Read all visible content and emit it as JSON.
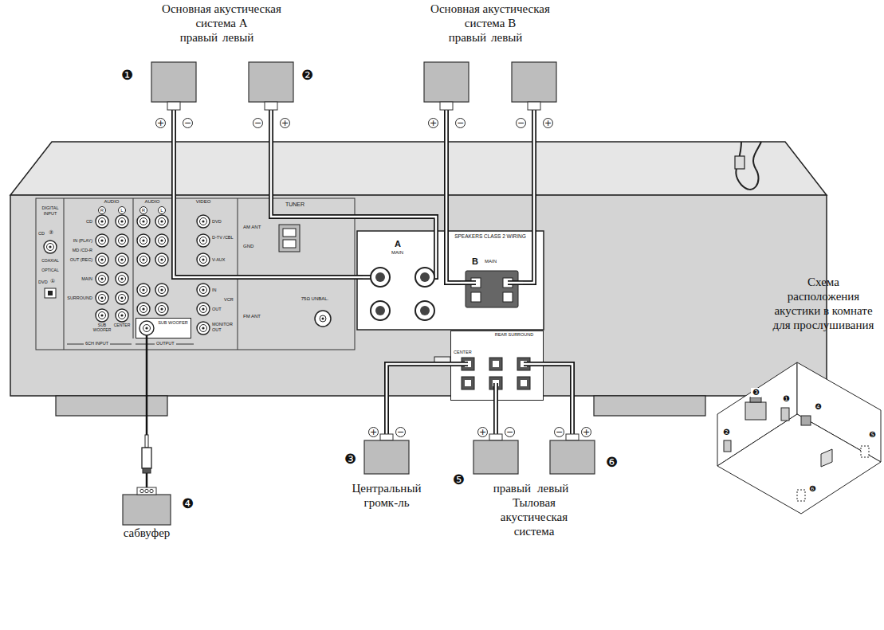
{
  "diagram": {
    "nodes": [
      {
        "text": [
          "+",
          "−"
        ]
      },
      {
        "text": [
          "−",
          "+"
        ]
      },
      {
        "text": [
          "+",
          "−"
        ]
      },
      {
        "text": [
          "−",
          "+"
        ]
      },
      {
        "text": [
          "SPEAKERS CLASS 2 WIRING"
        ]
      },
      {
        "text": [
          "A",
          "MAIN"
        ],
        "in": 4
      },
      {
        "text": [
          "B",
          "MAIN"
        ],
        "in": 4
      },
      {
        "text": [
          "SUB WOOFER"
        ]
      },
      {
        "text": [
          "REAR SURROUND",
          "CENTER"
        ]
      },
      {
        "text": [
          "+",
          "−"
        ]
      },
      {
        "text": [
          "+",
          "−"
        ]
      },
      {
        "text": [
          "−",
          "+"
        ]
      },
      {
        "text": [
          "сабвуфер"
        ]
      }
    ],
    "edges": [
      {
        "from": 0,
        "to": 5,
        "arrow": "none"
      },
      {
        "from": 1,
        "to": 5,
        "arrow": "none"
      },
      {
        "from": 2,
        "to": 6,
        "arrow": "none"
      },
      {
        "from": 3,
        "to": 6,
        "arrow": "none"
      },
      {
        "from": 12,
        "to": 7,
        "arrow": "none"
      },
      {
        "from": 9,
        "to": 8,
        "arrow": "none"
      },
      {
        "from": 10,
        "to": 8,
        "arrow": "none"
      },
      {
        "from": 11,
        "to": 8,
        "arrow": "none"
      }
    ],
    "labels": [
      "Основная акустическая система A",
      "правый",
      "левый",
      "Основная акустическая система B",
      "правый",
      "левый",
      "❶",
      "❷",
      "DIGITAL INPUT",
      "CD",
      "②",
      "COAXIAL",
      "OPTICAL",
      "DVD",
      "①",
      "AUDIO",
      "R",
      "L",
      "CD",
      "IN (PLAY)",
      "MD /CD-R",
      "OUT (REC)",
      "MAIN",
      "SURROUND",
      "SUB WOOFER",
      "CENTER",
      "6CH INPUT",
      "AUDIO",
      "R",
      "L",
      "VIDEO",
      "DVD",
      "D-TV /CBL",
      "V-AUX",
      "IN",
      "VCR",
      "OUT",
      "MONITOR OUT",
      "OUTPUT",
      "TUNER",
      "AM ANT",
      "GND",
      "75Ω UNBAL.",
      "FM ANT",
      "❹",
      "❸",
      "Центральный громк-ль",
      "❺",
      "❻",
      "правый",
      "левый",
      "Тыловая акустическая система",
      "Схема расположения акустики в комнате для прослушивания",
      "❶",
      "❷",
      "❸",
      "❹",
      "❺",
      "❻"
    ]
  }
}
